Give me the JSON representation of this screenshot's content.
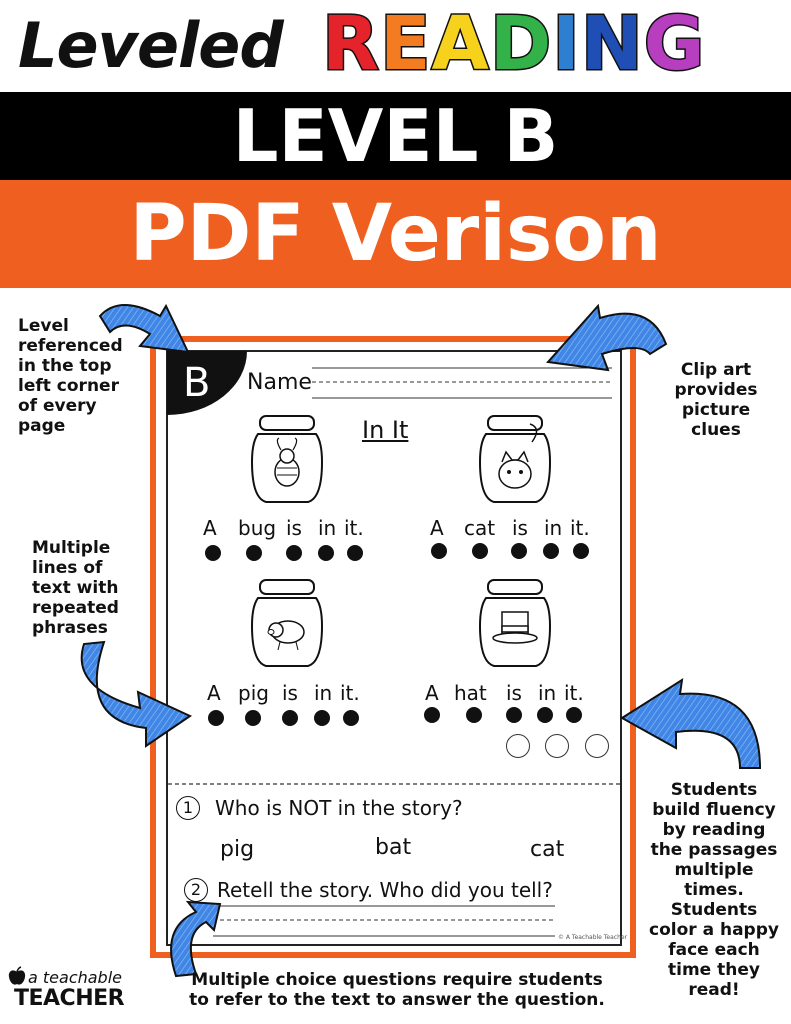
{
  "header": {
    "title_lead": "Leveled",
    "title_word_letters": [
      "R",
      "E",
      "A",
      "D",
      "I",
      "N",
      "G"
    ],
    "title_word_colors": [
      "#e4232b",
      "#f47c20",
      "#f7d21c",
      "#34b24a",
      "#2f7fd0",
      "#1f4fb4",
      "#b63ebf"
    ],
    "level_text": "LEVEL B",
    "pdf_text": "PDF Verison",
    "band_color": "#ef5f1f"
  },
  "worksheet": {
    "level_badge": "B",
    "name_label": "Name",
    "title": "In It",
    "panels": [
      {
        "words": [
          "A",
          "bug",
          "is",
          "in",
          "it."
        ],
        "image": "jar-bug-icon"
      },
      {
        "words": [
          "A",
          "cat",
          "is",
          "in",
          "it."
        ],
        "image": "jar-cat-icon"
      },
      {
        "words": [
          "A",
          "pig",
          "is",
          "in",
          "it."
        ],
        "image": "jar-pig-icon"
      },
      {
        "words": [
          "A",
          "hat",
          "is",
          "in",
          "it."
        ],
        "image": "jar-hat-icon"
      }
    ],
    "q1_number": "1",
    "q1_text": "Who is NOT in the story?",
    "choices": [
      "pig",
      "bat",
      "cat"
    ],
    "q2_number": "2",
    "q2_text": "Retell the story. Who did you tell?",
    "copyright": "© A Teachable Teacher"
  },
  "callouts": {
    "level": [
      "Level",
      "referenced",
      "in the top",
      "left corner",
      "of every",
      "page"
    ],
    "clipart": [
      "Clip art",
      "provides",
      "picture",
      "clues"
    ],
    "multiple": [
      "Multiple",
      "lines of",
      "text with",
      "repeated",
      "phrases"
    ],
    "fluency": [
      "Students",
      "build fluency",
      "by reading",
      "the passages",
      "multiple",
      "times.",
      "Students",
      "color a happy",
      "face each",
      "time they",
      "read!"
    ],
    "mc": [
      "Multiple choice questions require students",
      "to refer to the text to answer the question."
    ]
  },
  "logo": {
    "small": "a teachable",
    "big": "TEACHER"
  },
  "arrow_color": "#3f86e6"
}
